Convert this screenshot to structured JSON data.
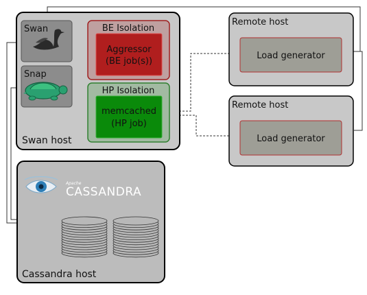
{
  "swan_host": {
    "label": "Swan host",
    "swan": {
      "label": "Swan",
      "icon": "swan-icon"
    },
    "snap": {
      "label": "Snap",
      "icon": "turtle-icon"
    },
    "be_isolation": {
      "title": "BE Isolation",
      "job_line1": "Aggressor",
      "job_line2": "(BE job(s))"
    },
    "hp_isolation": {
      "title": "HP Isolation",
      "job_line1": "memcached",
      "job_line2": "(HP job)"
    }
  },
  "remote_hosts": [
    {
      "label": "Remote host",
      "generator": "Load generator"
    },
    {
      "label": "Remote host",
      "generator": "Load generator"
    }
  ],
  "cassandra_host": {
    "label": "Cassandra host",
    "logo_small": "Apache",
    "logo_text": "CASSANDRA",
    "icon": "cassandra-eye-icon",
    "disks_icon": "disk-stack-icon"
  },
  "colors": {
    "host_fill": "#c8c8c8",
    "inner_fill": "#8c8c8c",
    "be_fill": "#b01e1e",
    "be_border": "#e05050",
    "hp_fill": "#0a8a0a",
    "hp_border": "#38b038",
    "generator_fill": "#9e9e96",
    "generator_border": "#b03030"
  }
}
